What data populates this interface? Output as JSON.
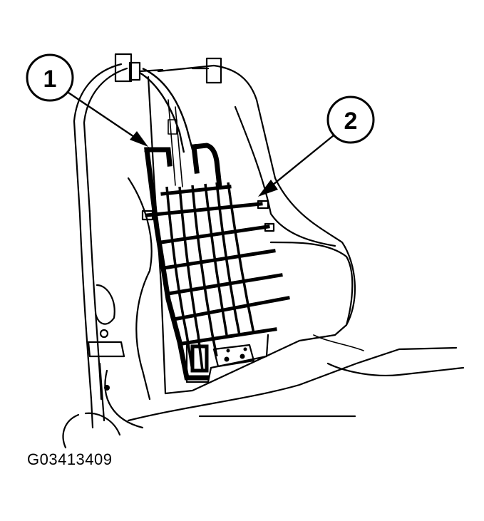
{
  "callouts": [
    {
      "label": "1"
    },
    {
      "label": "2"
    }
  ],
  "figure_id": "G03413409",
  "parts": [
    {
      "callout": "1",
      "icon": "seat-back-heater-element-icon"
    },
    {
      "callout": "2",
      "icon": "seat-back-grid-pad-icon"
    }
  ]
}
